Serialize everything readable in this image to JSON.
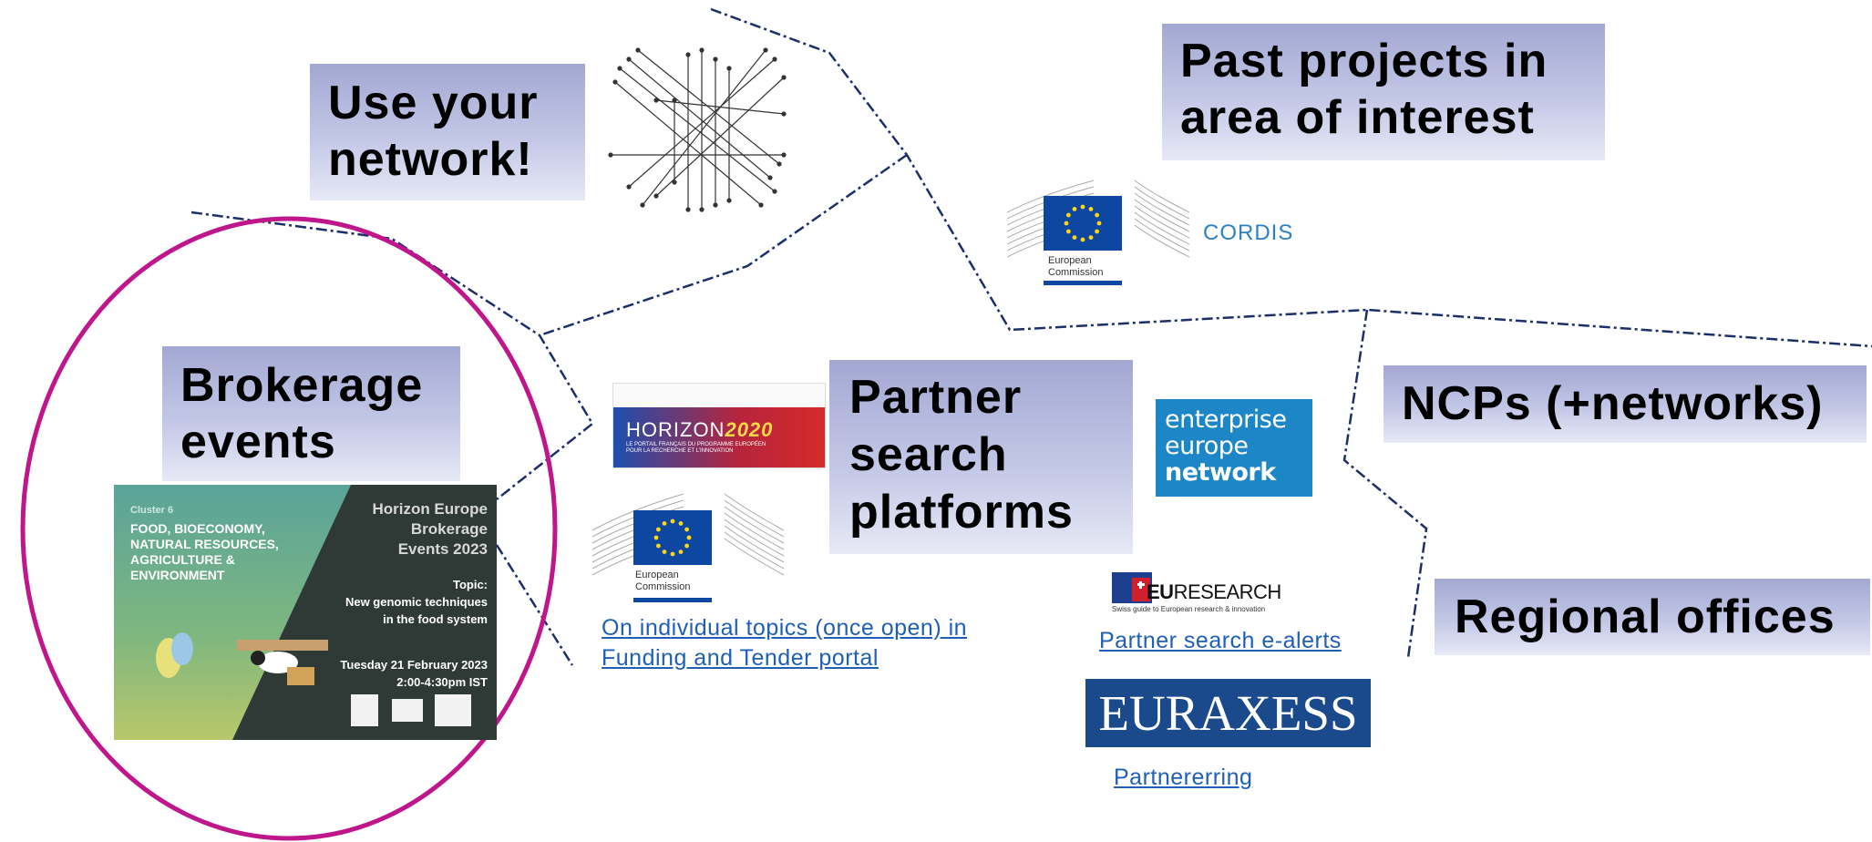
{
  "headings": {
    "use_network": [
      "Use your",
      "network!"
    ],
    "past_projects": [
      "Past projects in",
      "area of interest"
    ],
    "brokerage": [
      "Brokerage",
      "events"
    ],
    "partner_search": [
      "Partner",
      "search",
      "platforms"
    ],
    "ncps": "NCPs (+networks)",
    "regional": "Regional offices"
  },
  "logos": {
    "cordis": "CORDIS",
    "ec_caption": [
      "European",
      "Commission"
    ],
    "een": [
      "enterprise",
      "europe",
      "network"
    ],
    "euresearch_brand": "RESEARCH",
    "euresearch_eu": "EU",
    "euresearch_tagline": "Swiss guide to European research & innovation",
    "euraxess": "EURAXESS",
    "horizon": "HORIZON",
    "horizon_year": "2020",
    "horizon_sub": [
      "LE PORTAIL FRANÇAIS DU PROGRAMME EUROPÉEN",
      "POUR LA RECHERCHE ET L'INNOVATION"
    ]
  },
  "links": {
    "funding_tender": [
      "On individual topics (once open) in",
      "Funding and Tender portal"
    ],
    "e_alerts": "Partner search e-alerts",
    "partnerering": "Partnererring"
  },
  "poster": {
    "cluster": "Cluster 6",
    "topic_lines": [
      "FOOD, BIOECONOMY,",
      "NATURAL RESOURCES,",
      "AGRICULTURE &",
      "ENVIRONMENT"
    ],
    "title_lines": [
      "Horizon Europe",
      "Brokerage",
      "Events 2023"
    ],
    "topic_label": "Topic:",
    "topic_desc": [
      "New genomic techniques",
      "in the food system"
    ],
    "date": "Tuesday 21 February 2023",
    "time": "2:00-4:30pm IST"
  },
  "colors": {
    "accent_circle": "#c0168c",
    "dashed_line": "#1d2f6b",
    "link": "#1f5fb5",
    "euraxess_bg": "#1a4a8c",
    "een_bg": "#1c86c6",
    "ec_blue": "#0e47a1",
    "eu_star": "#ffd617"
  },
  "icons": [
    "network-lines-icon",
    "eu-flag-icon"
  ]
}
